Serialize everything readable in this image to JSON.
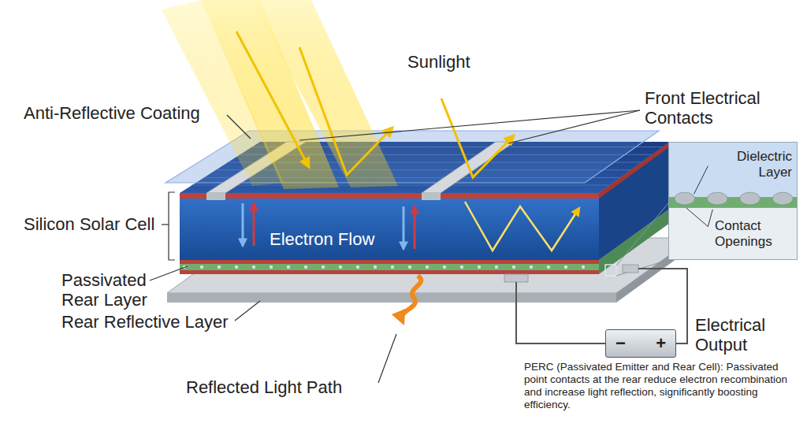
{
  "diagram": {
    "caption": "PERC (Passivated Emitter and Rear Cell): Passivated point contacts at the rear reduce electron recombination and increase light reflection, significantly boosting efficiency.",
    "nodes": [
      {
        "text": [
          "Dielectric Layer",
          "Contact Openings"
        ]
      },
      {
        "text": [
          "−",
          "+"
        ]
      }
    ],
    "labels": [
      "Sunlight",
      "Anti-Reflective Coating",
      "Front Electrical Contacts",
      "Silicon Solar Cell",
      "Electron Flow",
      "Passivated Rear Layer",
      "Rear Reflective Layer",
      "Electrical Output",
      "Reflected Light Path"
    ]
  }
}
